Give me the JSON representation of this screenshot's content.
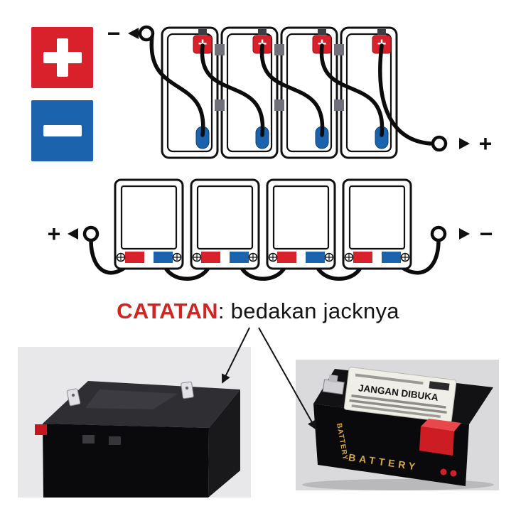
{
  "diagram": {
    "legend": {
      "positive_icon": "plus-icon",
      "negative_icon": "minus-icon",
      "positive_color": "#d8212a",
      "negative_color": "#1b64ad"
    },
    "top_row": {
      "battery_count": 4,
      "left_label": "−",
      "right_label": "+",
      "battery_plus": "+"
    },
    "bottom_row": {
      "battery_count": 4,
      "left_label": "+",
      "right_label": "−"
    }
  },
  "note": {
    "highlight": "CATATAN",
    "rest": ": bedakan jacknya"
  },
  "photos": {
    "right_battery": {
      "warning_label": "JANGAN DIBUKA",
      "brand": "BATTERY"
    }
  }
}
